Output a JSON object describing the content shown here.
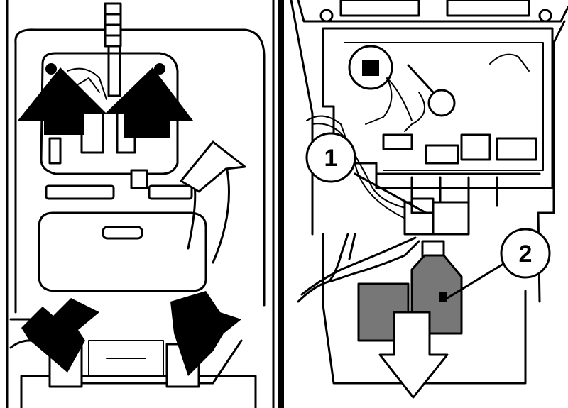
{
  "figure": {
    "panels": [
      "left",
      "right"
    ],
    "callouts": [
      {
        "id": "callout-1",
        "label": "1"
      },
      {
        "id": "callout-2",
        "label": "2"
      }
    ],
    "colors": {
      "line": "#000000",
      "background": "#ffffff",
      "connector_fill": "#777777"
    }
  }
}
